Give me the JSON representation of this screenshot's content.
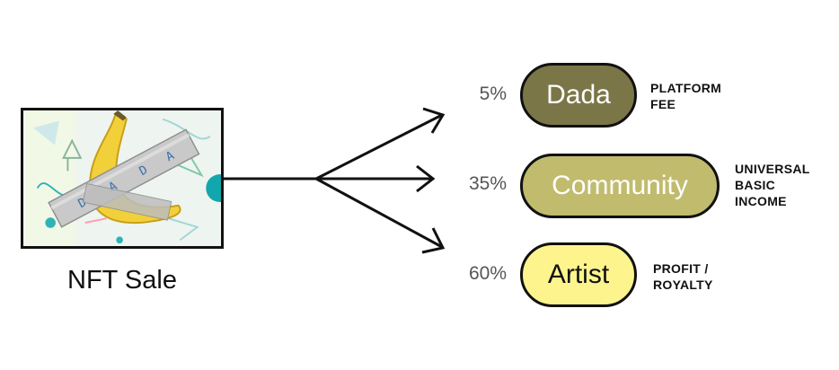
{
  "source": {
    "caption": "NFT Sale",
    "artwork_label": "banana-taped-artwork",
    "tape_text": "DADA"
  },
  "splits": [
    {
      "percent": "5%",
      "label": "Dada",
      "description": "PLATFORM\nFEE",
      "fill": "#7a7648",
      "text_color": "#ffffff"
    },
    {
      "percent": "35%",
      "label": "Community",
      "description": "UNIVERSAL\nBASIC\nINCOME",
      "fill": "#c1bb6e",
      "text_color": "#ffffff"
    },
    {
      "percent": "60%",
      "label": "Artist",
      "description": "PROFIT /\nROYALTY",
      "fill": "#fdf48d",
      "text_color": "#111111"
    }
  ]
}
